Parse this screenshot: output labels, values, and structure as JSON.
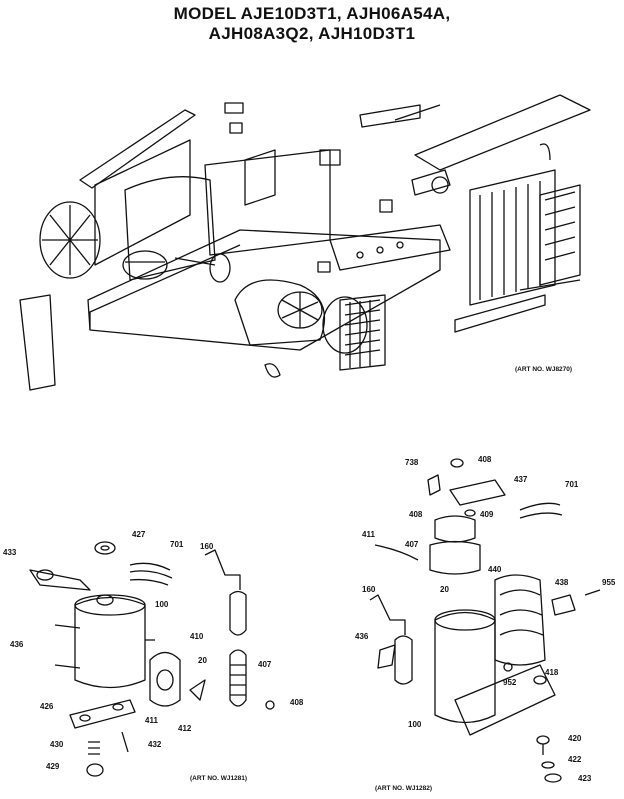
{
  "title_line1": "MODEL AJE10D3T1, AJH06A54A,",
  "title_line2": "AJH08A3Q2, AJH10D3T1",
  "art_numbers": {
    "top": "(ART NO. WJ8270)",
    "bottom_left": "(ART NO. WJ1281)",
    "bottom_right": "(ART NO. WJ1282)"
  },
  "bottom_left_labels": [
    "427",
    "433",
    "701",
    "160",
    "100",
    "436",
    "410",
    "20",
    "407",
    "411",
    "412",
    "408",
    "426",
    "430",
    "432",
    "429"
  ],
  "bottom_right_labels": [
    "738",
    "408",
    "437",
    "701",
    "408",
    "409",
    "411",
    "407",
    "20",
    "440",
    "438",
    "955",
    "160",
    "436",
    "952",
    "418",
    "100",
    "420",
    "422",
    "423"
  ]
}
